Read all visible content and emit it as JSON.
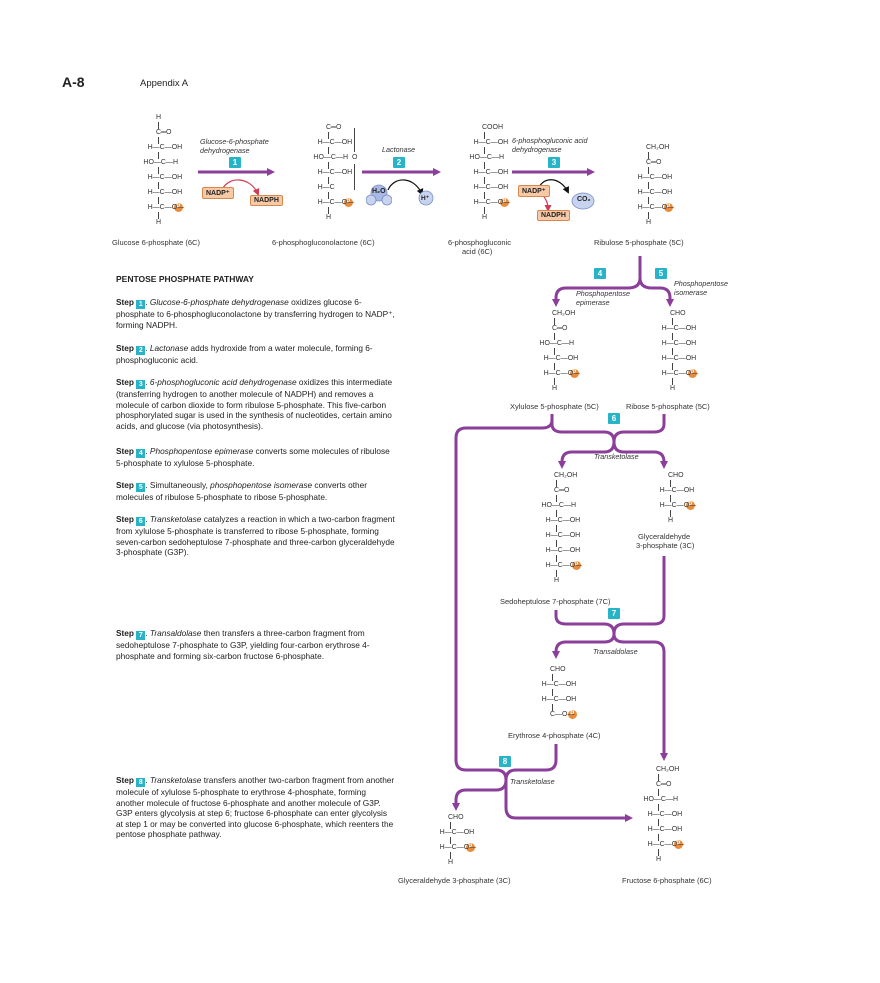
{
  "header": {
    "page": "A-8",
    "section": "Appendix A"
  },
  "p_symbol": "P",
  "top_row": {
    "glucose6p": {
      "label": "Glucose 6-phosphate (6C)",
      "rows": [
        "H",
        "C═O",
        "H—C—OH",
        "HO—C—H",
        "H—C—OH",
        "H—C—OH",
        "H—C—O—",
        "H"
      ]
    },
    "enzyme1": "Glucose-6-phosphate dehydrogenase",
    "step1": "1",
    "nadp1": "NADP⁺",
    "nadph1": "NADPH",
    "lactone": {
      "label": "6-phosphogluconolactone (6C)",
      "rows": [
        "C═O",
        "H—C—OH",
        "HO—C—H",
        "H—C—OH",
        "H—C",
        "H—C—O—",
        "H"
      ],
      "ring_o": "O"
    },
    "enzyme2": "Lactonase",
    "step2": "2",
    "h2o": "H₂O",
    "hplus": "H⁺",
    "gluconic": {
      "label_line1": "6-phosphogluconic",
      "label_line2": "acid (6C)",
      "rows": [
        "COOH",
        "H—C—OH",
        "HO—C—H",
        "H—C—OH",
        "H—C—OH",
        "H—C—O—",
        "H"
      ]
    },
    "enzyme3": "6-phosphogluconic acid dehydrogenase",
    "step3": "3",
    "nadp3": "NADP⁺",
    "nadph3": "NADPH",
    "co2": "CO₂",
    "ribulose": {
      "label": "Ribulose 5-phosphate (5C)",
      "rows": [
        "CH₂OH",
        "C═O",
        "H—C—OH",
        "H—C—OH",
        "H—C—O—",
        "H"
      ]
    }
  },
  "pathway_title": "PENTOSE PHOSPHATE PATHWAY",
  "steps": [
    {
      "label": "Step",
      "num": "1",
      "enzyme": "Glucose-6-phosphate dehydrogenase",
      "text": " oxidizes glucose 6-phosphate to 6-phosphogluconolactone by transferring hydrogen to NADP⁺, forming NADPH."
    },
    {
      "label": "Step",
      "num": "2",
      "enzyme": "Lactonase",
      "text": " adds hydroxide from a water molecule, forming 6-phosphogluconic acid."
    },
    {
      "label": "Step",
      "num": "3",
      "enzyme": "6-phosphogluconic acid dehydrogenase",
      "text": " oxidizes this intermediate (transferring hydrogen to another molecule of NADPH) and removes a molecule of carbon dioxide to form ribulose 5-phosphate. This five-carbon phosphorylated sugar is used in the synthesis of nucleotides, certain amino acids, and glucose (via photosynthesis)."
    },
    {
      "label": "Step",
      "num": "4",
      "enzyme": "Phosphopentose epimerase",
      "text": " converts some molecules of ribulose 5-phosphate to xylulose 5-phosphate."
    },
    {
      "label": "Step",
      "num": "5",
      "prefix": ". Simultaneously, ",
      "enzyme": "phosphopentose isomerase",
      "text": " converts other molecules of ribulose 5-phosphate to ribose 5-phosphate."
    },
    {
      "label": "Step",
      "num": "6",
      "enzyme": "Transketolase",
      "text": " catalyzes a reaction in which a two-carbon fragment from xylulose 5-phosphate is transferred to ribose 5-phosphate, forming seven-carbon sedoheptulose 7-phosphate and three-carbon glyceraldehyde 3-phosphate (G3P)."
    },
    {
      "label": "Step",
      "num": "7",
      "enzyme": "Transaldolase",
      "text": " then transfers a three-carbon fragment from sedoheptulose 7-phosphate to G3P, yielding four-carbon erythrose 4-phosphate and forming six-carbon fructose 6-phosphate."
    },
    {
      "label": "Step",
      "num": "8",
      "enzyme": "Transketolase",
      "text": " transfers another two-carbon fragment from another molecule of xylulose 5-phosphate to erythrose 4-phosphate, forming another molecule of fructose 6-phosphate and another molecule of G3P. G3P enters glycolysis at step 6; fructose 6-phosphate can enter glycolysis at step 1 or may be converted into glucose 6-phosphate, which reenters the pentose phosphate pathway."
    }
  ],
  "branch": {
    "step4": "4",
    "step5": "5",
    "enzyme4": "Phosphopentose epimerase",
    "enzyme5": "Phosphopentose isomerase",
    "xylulose": {
      "label": "Xylulose 5-phosphate (5C)",
      "rows": [
        "CH₂OH",
        "C═O",
        "HO—C—H",
        "H—C—OH",
        "H—C—O—",
        "H"
      ]
    },
    "ribose": {
      "label": "Ribose 5-phosphate (5C)",
      "rows": [
        "CHO",
        "H—C—OH",
        "H—C—OH",
        "H—C—OH",
        "H—C—O—",
        "H"
      ]
    },
    "step6": "6",
    "enzyme6": "Transketolase",
    "sedo": {
      "label": "Sedoheptulose 7-phosphate (7C)",
      "rows": [
        "CH₂OH",
        "C═O",
        "HO—C—H",
        "H—C—OH",
        "H—C—OH",
        "H—C—OH",
        "H—C—O—",
        "H"
      ]
    },
    "g3p_a": {
      "label_line1": "Glyceraldehyde",
      "label_line2": "3-phosphate (3C)",
      "rows": [
        "CHO",
        "H—C—OH",
        "H—C—O—",
        "H"
      ]
    },
    "step7": "7",
    "enzyme7": "Transaldolase",
    "erythrose": {
      "label": "Erythrose 4-phosphate (4C)",
      "rows": [
        "CHO",
        "H—C—OH",
        "H—C—OH",
        "C—O—"
      ]
    },
    "step8": "8",
    "enzyme8": "Transketolase",
    "g3p_b": {
      "label": "Glyceraldehyde 3-phosphate (3C)",
      "rows": [
        "CHO",
        "H—C—OH",
        "H—C—O—",
        "H"
      ]
    },
    "fructose": {
      "label": "Fructose 6-phosphate (6C)",
      "rows": [
        "CH₂OH",
        "C═O",
        "HO—C—H",
        "H—C—OH",
        "H—C—OH",
        "H—C—O—",
        "H"
      ]
    }
  },
  "colors": {
    "arrow": "#8b3f9a",
    "step": "#28b4c8",
    "phosphate": "#e88b3a",
    "nadp": "#f7c9a6",
    "water": "#a9b9e3"
  }
}
